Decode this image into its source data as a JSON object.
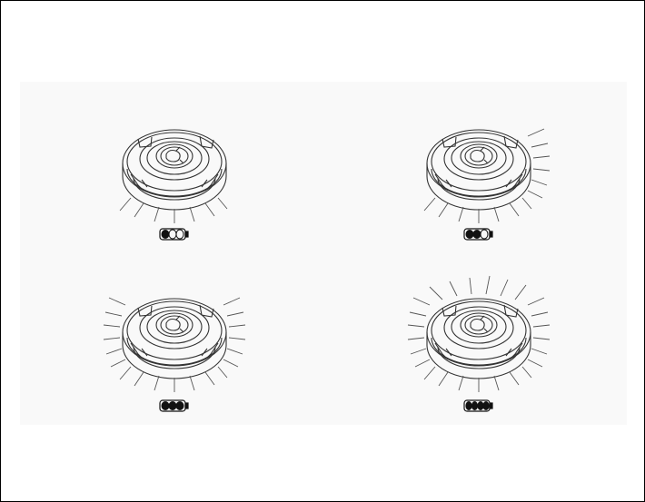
{
  "diagram": {
    "description_free": true,
    "figures": [
      {
        "id": "puck-1",
        "battery_level": 1,
        "battery_total": 3,
        "glow_rays": "bottom-front"
      },
      {
        "id": "puck-2",
        "battery_level": 2,
        "battery_total": 3,
        "glow_rays": "bottom-front-right"
      },
      {
        "id": "puck-3",
        "battery_level": 3,
        "battery_total": 3,
        "glow_rays": "both-sides-bottom"
      },
      {
        "id": "puck-4",
        "battery_level": 4,
        "battery_total": 4,
        "glow_rays": "all-around"
      }
    ],
    "colors": {
      "line": "#333333",
      "battery_fill": "#111111",
      "panel_bg": "#f9f9f9",
      "frame": "#000000"
    }
  }
}
